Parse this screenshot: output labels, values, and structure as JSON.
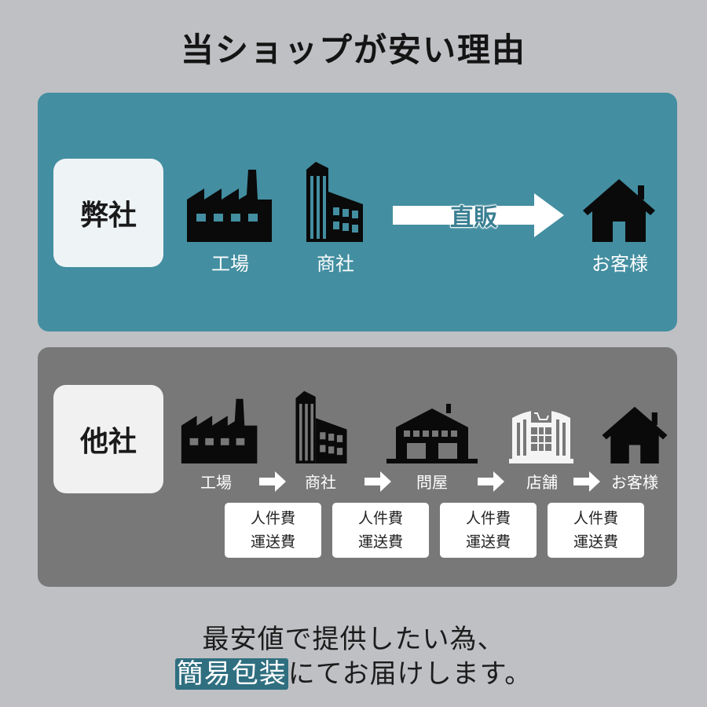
{
  "title": "当ショップが安い理由",
  "colors": {
    "background": "#bfc0c4",
    "our_panel": "#438ea1",
    "other_panel": "#787878",
    "highlight": "#2f6f80"
  },
  "our_company": {
    "label": "弊社",
    "steps": [
      {
        "icon": "factory-icon",
        "label": "工場"
      },
      {
        "icon": "office-building-icon",
        "label": "商社"
      },
      {
        "icon": "house-icon",
        "label": "お客様"
      }
    ],
    "arrow_label": "直販"
  },
  "other_company": {
    "label": "他社",
    "steps": [
      {
        "icon": "factory-icon",
        "label": "工場"
      },
      {
        "icon": "office-building-icon",
        "label": "商社"
      },
      {
        "icon": "warehouse-icon",
        "label": "問屋"
      },
      {
        "icon": "store-icon",
        "label": "店舗"
      },
      {
        "icon": "house-icon",
        "label": "お客様"
      }
    ],
    "costs": [
      {
        "line1": "人件費",
        "line2": "運送費"
      },
      {
        "line1": "人件費",
        "line2": "運送費"
      },
      {
        "line1": "人件費",
        "line2": "運送費"
      },
      {
        "line1": "人件費",
        "line2": "運送費"
      }
    ]
  },
  "footer": {
    "line1": "最安値で提供したい為、",
    "line2_highlight": "簡易包装",
    "line2_rest": "にてお届けします。"
  }
}
